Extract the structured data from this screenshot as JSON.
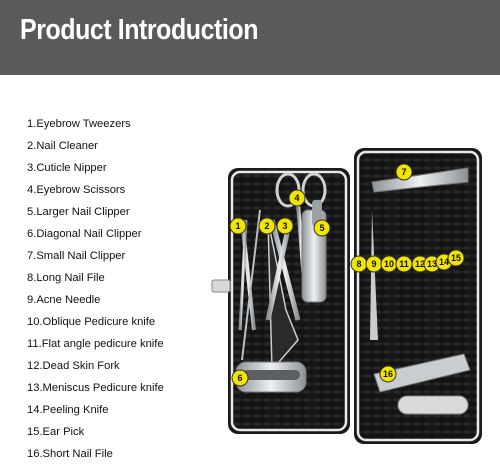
{
  "banner": {
    "title": "Product Introduction",
    "background": "#5a5a5a"
  },
  "items": [
    "1.Eyebrow Tweezers",
    "2.Nail Cleaner",
    "3.Cuticle Nipper",
    "4.Eyebrow Scissors",
    "5.Larger Nail Clipper",
    "6.Diagonal Nail Clipper",
    "7.Small Nail Clipper",
    "8.Long Nail File",
    "9.Acne Needle",
    "10.Oblique Pedicure knife",
    "11.Flat angle pedicure knife",
    "12.Dead Skin Fork",
    "13.Meniscus Pedicure knife",
    "14.Peeling Knife",
    "15.Ear Pick",
    "16.Short Nail File"
  ],
  "case_labels": {
    "l1": "1",
    "l2": "2",
    "l3": "3",
    "l4": "4",
    "l5": "5",
    "l6": "6",
    "l7": "7",
    "l8": "8",
    "l9": "9",
    "l10": "10",
    "l11": "11",
    "l12": "12",
    "l13": "13",
    "l14": "14",
    "l15": "15",
    "l16": "16"
  },
  "colors": {
    "label_yellow": "#f2e600",
    "case_black": "#151515",
    "case_rim": "#e8e8e8",
    "steel": "#c9cdd0"
  }
}
